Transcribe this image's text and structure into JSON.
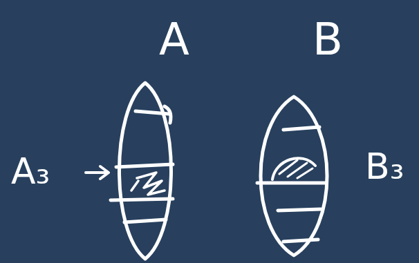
{
  "diagram": {
    "nodes": [
      {
        "text": [
          "A"
        ]
      },
      {
        "text": [
          "B"
        ]
      }
    ],
    "labels": [
      "A₃",
      "B₃"
    ]
  }
}
